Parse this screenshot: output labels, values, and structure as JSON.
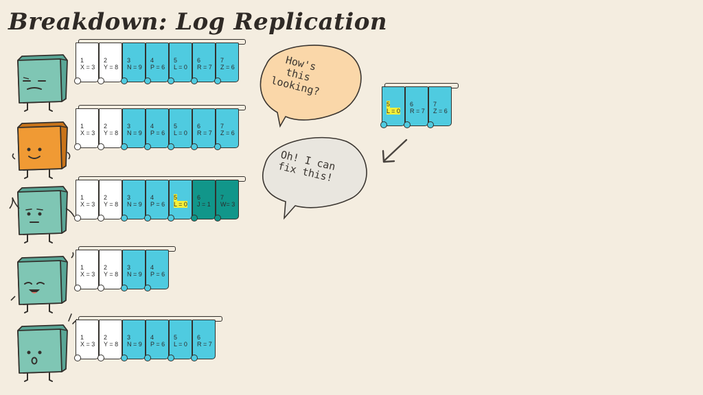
{
  "title": "Breakdown: Log Replication",
  "colors": {
    "background": "#f4ede0",
    "committed": "#ffffff",
    "uncommitted": "#4fcbe0",
    "conflict": "#11968a",
    "leader": "#f09a34",
    "follower": "#7fc6b4",
    "highlight": "#f6f03a"
  },
  "nodes": [
    {
      "role": "follower",
      "face": "unamused",
      "entries": [
        {
          "index": "1",
          "command": "X = 3",
          "style": "white"
        },
        {
          "index": "2",
          "command": "Y = 8",
          "style": "white"
        },
        {
          "index": "3",
          "command": "N = 9",
          "style": "blue"
        },
        {
          "index": "4",
          "command": "P = 6",
          "style": "blue"
        },
        {
          "index": "5",
          "command": "L = 0",
          "style": "blue"
        },
        {
          "index": "6",
          "command": "R = 7",
          "style": "blue"
        },
        {
          "index": "7",
          "command": "Z = 6",
          "style": "blue"
        }
      ]
    },
    {
      "role": "leader",
      "face": "smile",
      "entries": [
        {
          "index": "1",
          "command": "X = 3",
          "style": "white"
        },
        {
          "index": "2",
          "command": "Y = 8",
          "style": "white"
        },
        {
          "index": "3",
          "command": "N = 9",
          "style": "blue"
        },
        {
          "index": "4",
          "command": "P = 6",
          "style": "blue"
        },
        {
          "index": "5",
          "command": "L = 0",
          "style": "blue"
        },
        {
          "index": "6",
          "command": "R = 7",
          "style": "blue"
        },
        {
          "index": "7",
          "command": "Z = 6",
          "style": "blue"
        }
      ]
    },
    {
      "role": "follower",
      "face": "neutral",
      "entries": [
        {
          "index": "1",
          "command": "X = 3",
          "style": "white"
        },
        {
          "index": "2",
          "command": "Y = 8",
          "style": "white"
        },
        {
          "index": "3",
          "command": "N = 9",
          "style": "blue"
        },
        {
          "index": "4",
          "command": "P = 6",
          "style": "blue"
        },
        {
          "index": "5",
          "command": "L = 0",
          "style": "blue",
          "highlight": true
        },
        {
          "index": "6",
          "command": "J = 1",
          "style": "teal"
        },
        {
          "index": "7",
          "command": "W= 3",
          "style": "teal"
        }
      ]
    },
    {
      "role": "follower",
      "face": "happy",
      "entries": [
        {
          "index": "1",
          "command": "X = 3",
          "style": "white"
        },
        {
          "index": "2",
          "command": "Y = 8",
          "style": "white"
        },
        {
          "index": "3",
          "command": "N = 9",
          "style": "blue"
        },
        {
          "index": "4",
          "command": "P = 6",
          "style": "blue"
        }
      ]
    },
    {
      "role": "follower",
      "face": "surprised",
      "entries": [
        {
          "index": "1",
          "command": "X = 3",
          "style": "white"
        },
        {
          "index": "2",
          "command": "Y = 8",
          "style": "white"
        },
        {
          "index": "3",
          "command": "N = 9",
          "style": "blue"
        },
        {
          "index": "4",
          "command": "P = 6",
          "style": "blue"
        },
        {
          "index": "5",
          "command": "L = 0",
          "style": "blue"
        },
        {
          "index": "6",
          "command": "R = 7",
          "style": "blue"
        }
      ]
    }
  ],
  "fix_entries": [
    {
      "index": "5",
      "command": "L = 0",
      "style": "blue",
      "highlight": true
    },
    {
      "index": "6",
      "command": "R = 7",
      "style": "blue"
    },
    {
      "index": "7",
      "command": "Z = 6",
      "style": "blue"
    }
  ],
  "bubbles": {
    "leader_question": [
      "How's",
      "this",
      "looking?"
    ],
    "follower_answer": [
      "Oh! I can",
      "fix this!"
    ]
  }
}
